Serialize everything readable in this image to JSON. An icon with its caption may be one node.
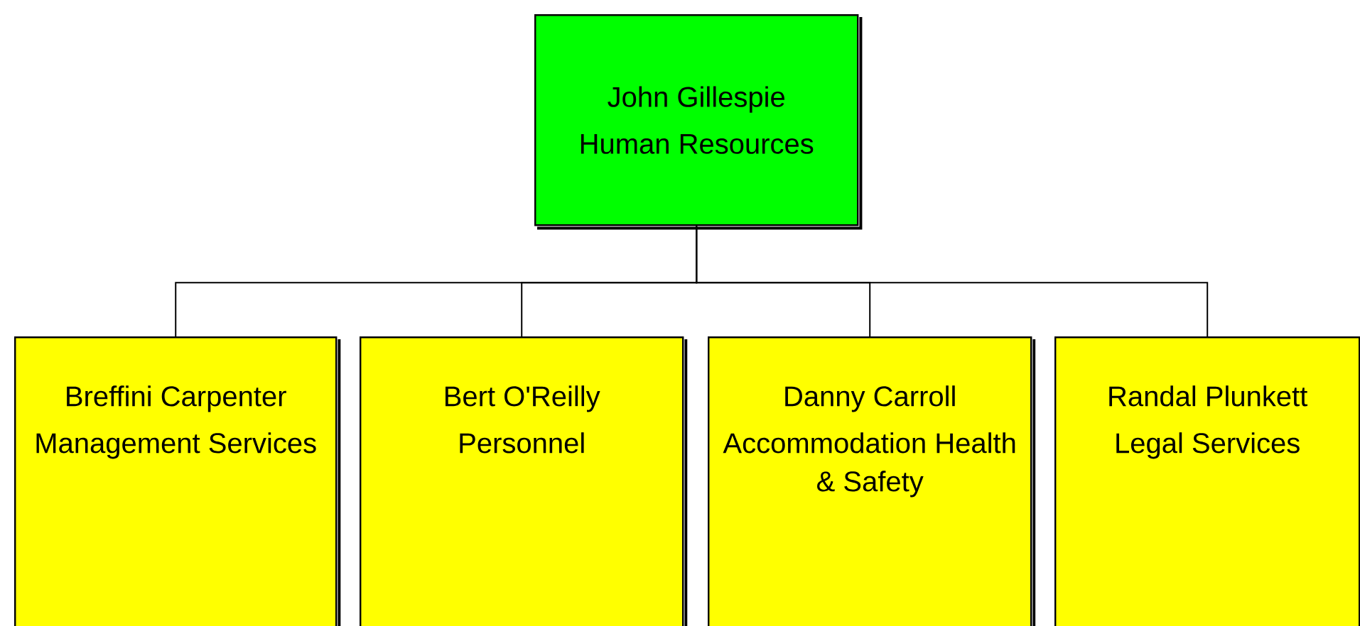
{
  "diagram": {
    "nodes": [
      {
        "text": [
          "John Gillespie",
          "Human Resources"
        ]
      },
      {
        "text": [
          "Breffini Carpenter",
          "Management Services"
        ]
      },
      {
        "text": [
          "Bert O'Reilly",
          "Personnel"
        ]
      },
      {
        "text": [
          "Danny Carroll",
          "Accommodation Health & Safety"
        ]
      },
      {
        "text": [
          "Randal Plunkett",
          "Legal Services"
        ]
      }
    ],
    "edges": [
      {
        "from": 0,
        "to": 1,
        "arrow": "none"
      },
      {
        "from": 0,
        "to": 2,
        "arrow": "none"
      },
      {
        "from": 0,
        "to": 3,
        "arrow": "none"
      },
      {
        "from": 0,
        "to": 4,
        "arrow": "none"
      }
    ]
  }
}
